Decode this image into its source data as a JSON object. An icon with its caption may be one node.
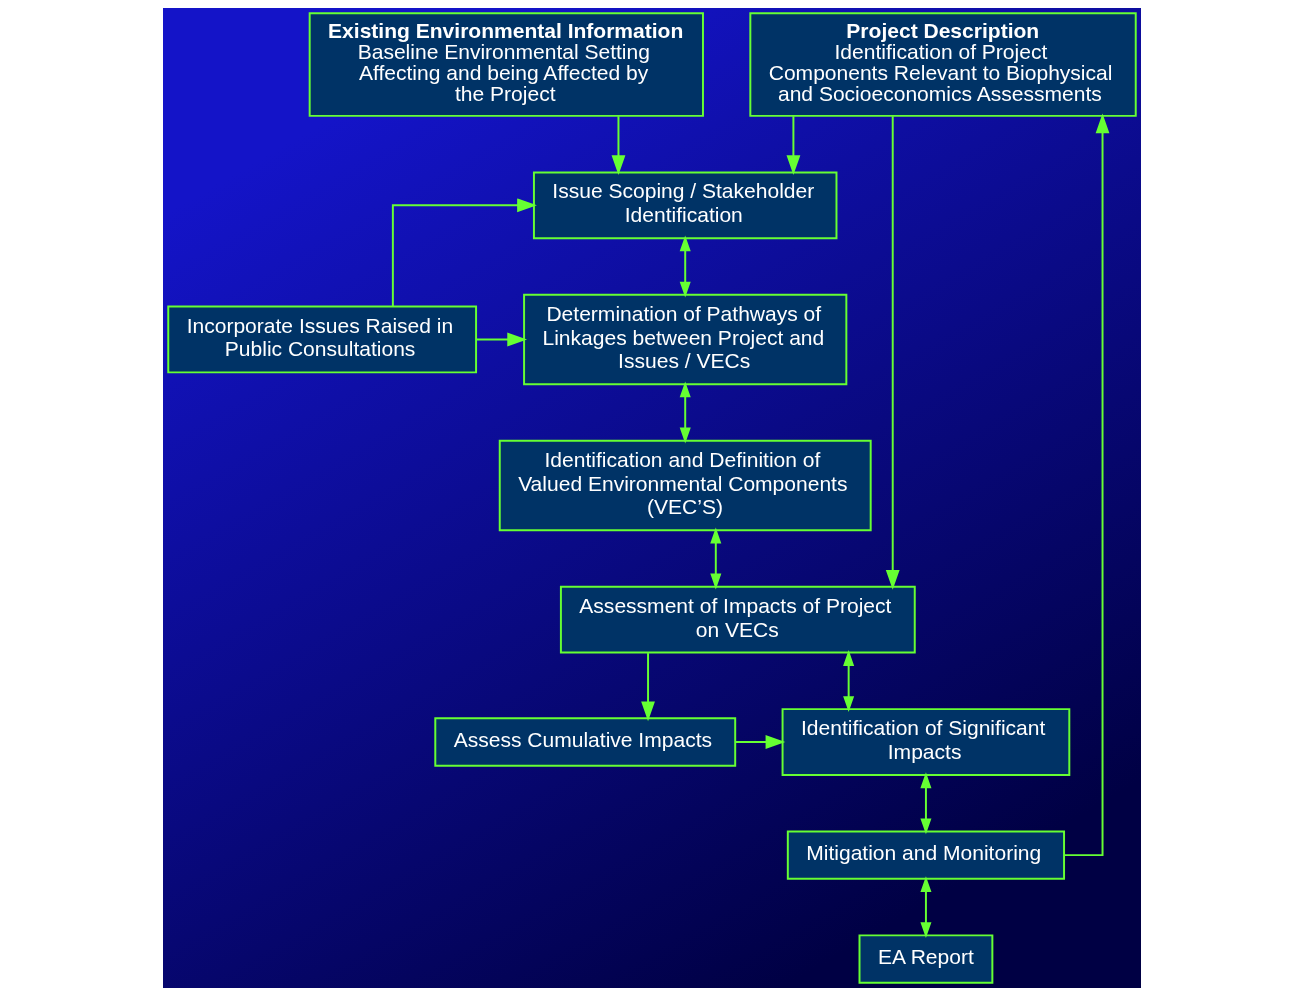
{
  "diagram": {
    "nodes": [
      {
        "text": [
          "Project Description",
          "Identification of Project Components Relevant to Biophysical and Socioeconomics Assessments"
        ]
      },
      {
        "text": [
          "Existing Environmental Information",
          "Baseline Environmental Setting Affecting and being Affected by the Project"
        ]
      },
      {
        "text": [
          "Issue Scoping / Stakeholder Identification"
        ]
      },
      {
        "text": [
          "Incorporate Issues Raised in Public Consultations"
        ]
      },
      {
        "text": [
          "Determination of Pathways of Linkages between Project and Issues / VECs"
        ]
      },
      {
        "text": [
          "Identification and Definition of Valued Environmental Components (VEC’S)"
        ]
      },
      {
        "text": [
          "Assessment of Impacts of Project on VECs"
        ]
      },
      {
        "text": [
          "Assess Cumulative Impacts"
        ]
      },
      {
        "text": [
          "Identification of Significant Impacts"
        ]
      },
      {
        "text": [
          "Mitigation and Monitoring"
        ]
      },
      {
        "text": [
          "EA Report"
        ]
      }
    ],
    "edges": [
      {
        "from": 0,
        "to": 2,
        "arrow": "to"
      },
      {
        "from": 0,
        "to": 6,
        "arrow": "to"
      },
      {
        "from": 1,
        "to": 2,
        "arrow": "to"
      },
      {
        "from": 3,
        "to": 2,
        "arrow": "to"
      },
      {
        "from": 3,
        "to": 4,
        "arrow": "to"
      },
      {
        "from": 2,
        "to": 4,
        "arrow": "both"
      },
      {
        "from": 4,
        "to": 5,
        "arrow": "both"
      },
      {
        "from": 5,
        "to": 6,
        "arrow": "both"
      },
      {
        "from": 6,
        "to": 7,
        "arrow": "to"
      },
      {
        "from": 7,
        "to": 8,
        "arrow": "to"
      },
      {
        "from": 6,
        "to": 8,
        "arrow": "both"
      },
      {
        "from": 8,
        "to": 9,
        "arrow": "both"
      },
      {
        "from": 9,
        "to": 0,
        "arrow": "to"
      },
      {
        "from": 9,
        "to": 10,
        "arrow": "both"
      }
    ]
  }
}
